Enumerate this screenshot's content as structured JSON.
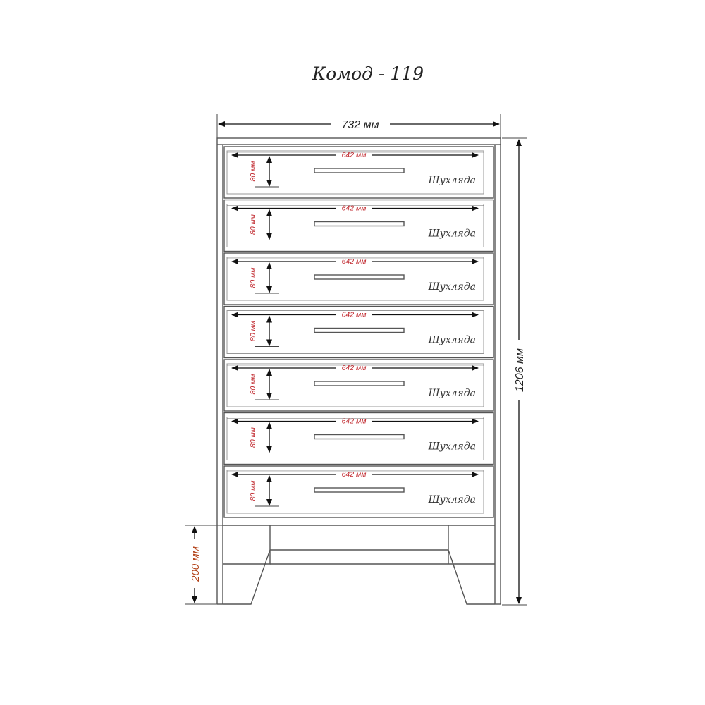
{
  "title": "Комод - 119",
  "dimensions": {
    "width_label": "732 мм",
    "height_label": "1206 мм",
    "leg_label": "200 мм"
  },
  "drawer": {
    "count": 7,
    "width_label": "642 мм",
    "height_label": "80 мм",
    "name": "Шухляда"
  },
  "colors": {
    "line": "#444444",
    "dimension_red": "#c0272d",
    "leg_label": "#b4441b"
  }
}
